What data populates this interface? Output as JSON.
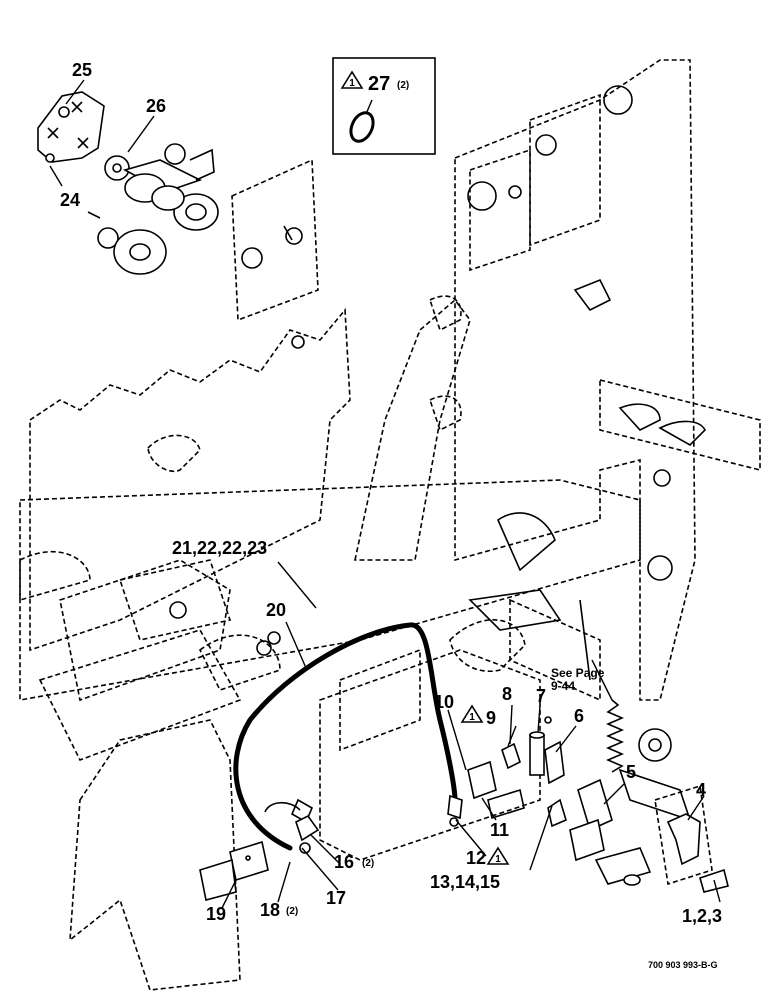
{
  "callouts": {
    "c25": "25",
    "c26": "26",
    "c24": "24",
    "c27": "27",
    "c27q": "(2)",
    "c21": "21,22,22,23",
    "c20": "20",
    "c10": "10",
    "c8": "8",
    "c9": "9",
    "c7": "7",
    "c6": "6",
    "c5": "5",
    "c4": "4",
    "c11": "11",
    "c12": "12",
    "c13": "13,14,15",
    "c16": "16",
    "c16q": "(2)",
    "c17": "17",
    "c18": "18",
    "c18q": "(2)",
    "c19": "19",
    "c1": "1,2,3"
  },
  "warning_mark": "1",
  "see_page": {
    "line1": "See Page",
    "line2": "9-44"
  },
  "figure_id": "700 903 993-B-G"
}
